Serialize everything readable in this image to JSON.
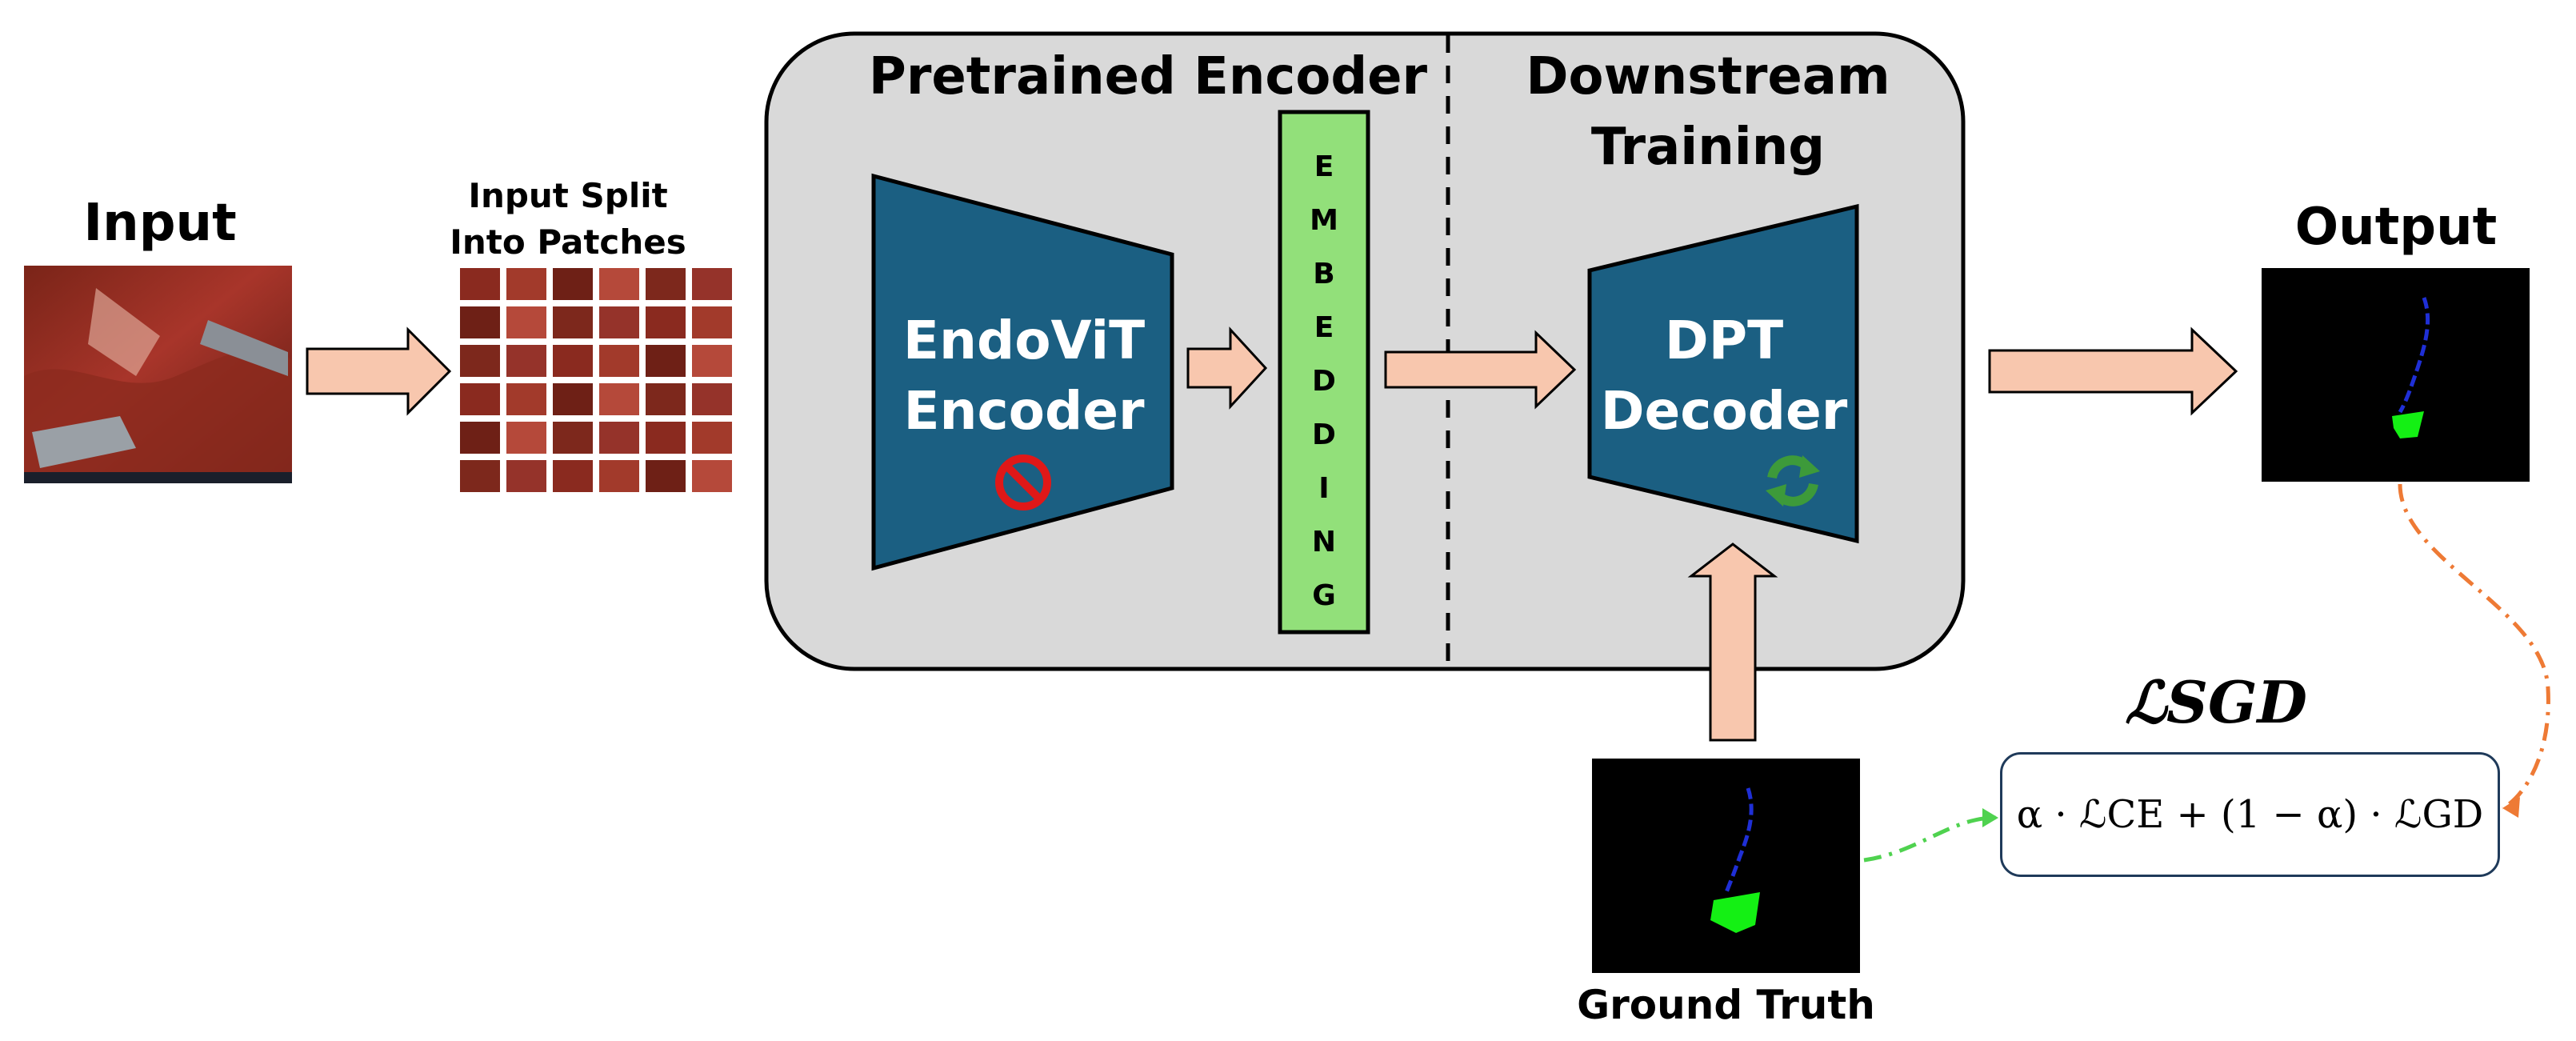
{
  "labels": {
    "input": "Input",
    "input_split": "Input Split",
    "into_patches": "Into Patches",
    "pretrained_encoder": "Pretrained Encoder",
    "downstream_line1": "Downstream",
    "downstream_line2": "Training",
    "encoder_line1": "EndoViT",
    "encoder_line2": "Encoder",
    "embedding_letters": [
      "E",
      "M",
      "B",
      "E",
      "D",
      "D",
      "I",
      "N",
      "G"
    ],
    "decoder_line1": "DPT",
    "decoder_line2": "Decoder",
    "output": "Output",
    "ground_truth": "Ground Truth"
  },
  "loss": {
    "title": "ℒSGD",
    "formula": "α · ℒCE + (1 − α) · ℒGD"
  },
  "icons": {
    "frozen": "no-entry-icon",
    "trainable": "refresh-icon"
  },
  "colors": {
    "panel": "#d9d9d9",
    "block": "#1b5f82",
    "embedding": "#92e07a",
    "arrow": "#f8c7ae",
    "mask_blue": "#1f2fd6",
    "mask_green": "#14f014",
    "curve_orange": "#ee7a35",
    "curve_green": "#4fd24f"
  }
}
